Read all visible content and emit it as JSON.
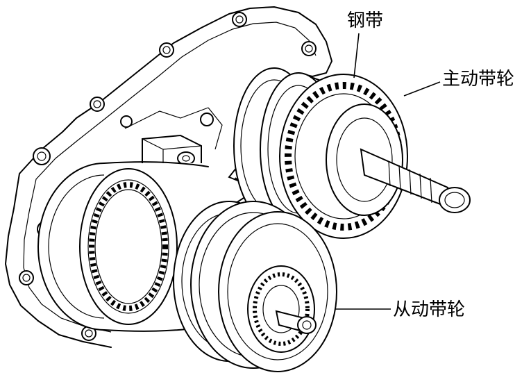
{
  "labels": {
    "steel_belt": "钢带",
    "driving_pulley": "主动带轮",
    "driven_pulley": "从动带轮"
  },
  "colors": {
    "line": "#000000",
    "background": "#ffffff"
  }
}
